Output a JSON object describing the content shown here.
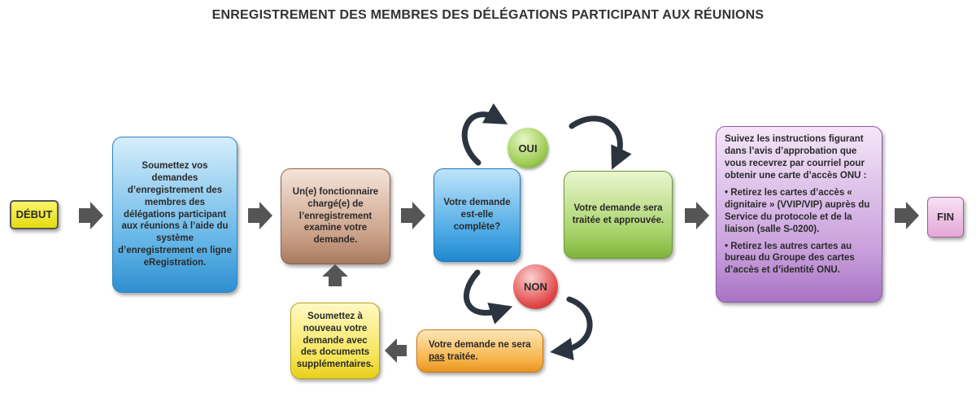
{
  "title": "ENREGISTREMENT DES MEMBRES DES DÉLÉGATIONS PARTICIPANT AUX RÉUNIONS",
  "steps": {
    "start": "DÉBUT",
    "submit": "Soumettez vos demandes d’enregistrement des membres des délégations participant aux réunions à l’aide du système d’enregistrement en ligne eRegistration.",
    "review": "Un(e) fonctionnaire chargé(e) de l’enregistrement examine votre demande.",
    "question": "Votre demande est-elle complète?",
    "yes": "OUI",
    "no": "NON",
    "approved": "Votre demande sera traitée et approuvée.",
    "rejected_before": "Votre demande ne sera ",
    "rejected_underlined": "pas",
    "rejected_after": " traitée.",
    "resubmit": "Soumettez à nouveau votre demande avec des documents supplémentaires.",
    "instructions_intro": "Suivez les instructions figurant dans l’avis d’approbation que vous recevrez par courriel pour obtenir une carte d’accès ONU :",
    "instructions_bullet1": "• Retirez les cartes d’accès « dignitaire » (VVIP/VIP) auprès du Service du protocole et de la liaison (salle S-0200).",
    "instructions_bullet2": "• Retirez les autres cartes au bureau du Groupe des cartes d’accès et d’identité ONU.",
    "end": "FIN"
  },
  "colors": {
    "arrow": "#555555",
    "curved_arrow": "#2c3440"
  }
}
